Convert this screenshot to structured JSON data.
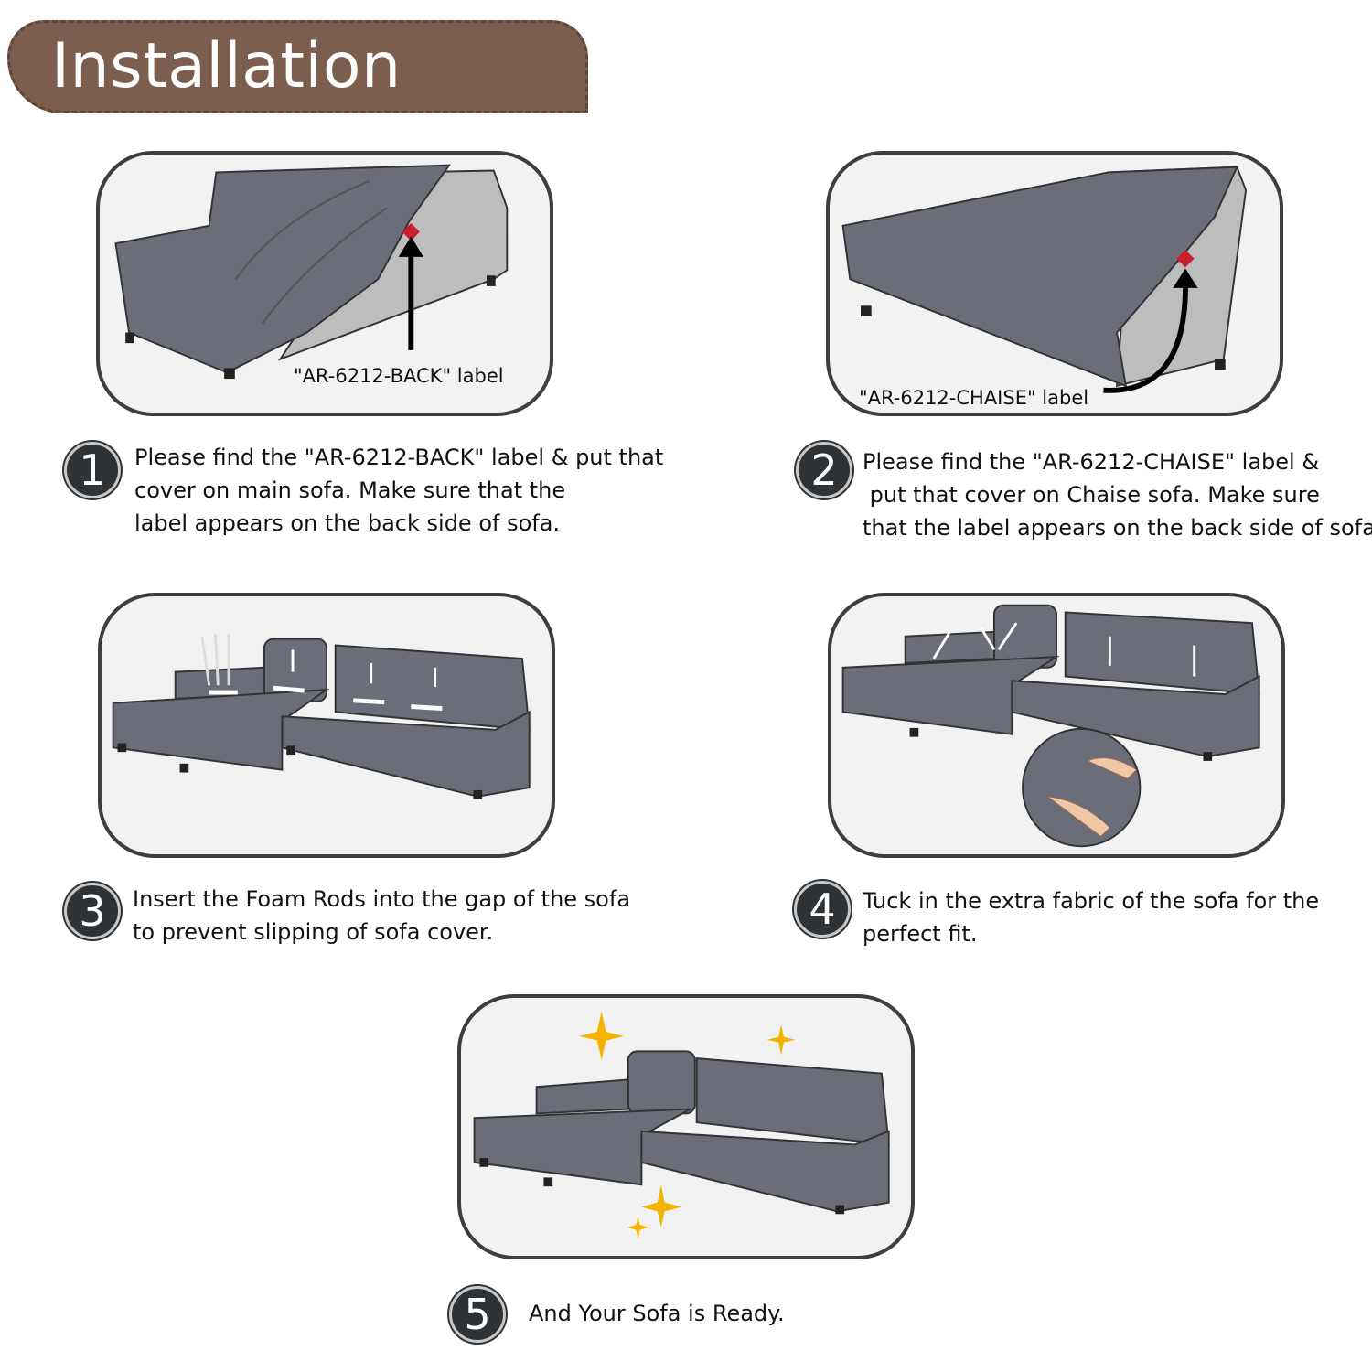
{
  "title": "Installation Steps",
  "colors": {
    "banner": "#7b5e4e",
    "sofa": "#6b6d78",
    "label_marker": "#c8202a",
    "sparkle": "#f2b400"
  },
  "steps": [
    {
      "number": "1",
      "image_label": "\"AR-6212-BACK\" label",
      "lines": [
        "Please find the \"AR-6212-BACK\" label & put that",
        "cover on main sofa. Make sure that the",
        "label appears on the back side of sofa."
      ]
    },
    {
      "number": "2",
      "image_label": "\"AR-6212-CHAISE\" label",
      "lines": [
        "Please find the \"AR-6212-CHAISE\" label &",
        " put that cover on Chaise sofa. Make sure",
        "that the label appears on the back side of sofa."
      ]
    },
    {
      "number": "3",
      "lines": [
        "Insert the Foam Rods into the gap of the sofa",
        "to prevent slipping of sofa cover."
      ]
    },
    {
      "number": "4",
      "lines": [
        "Tuck in the extra fabric of the sofa for the",
        "perfect fit."
      ]
    },
    {
      "number": "5",
      "lines": [
        "And Your Sofa is Ready."
      ]
    }
  ]
}
